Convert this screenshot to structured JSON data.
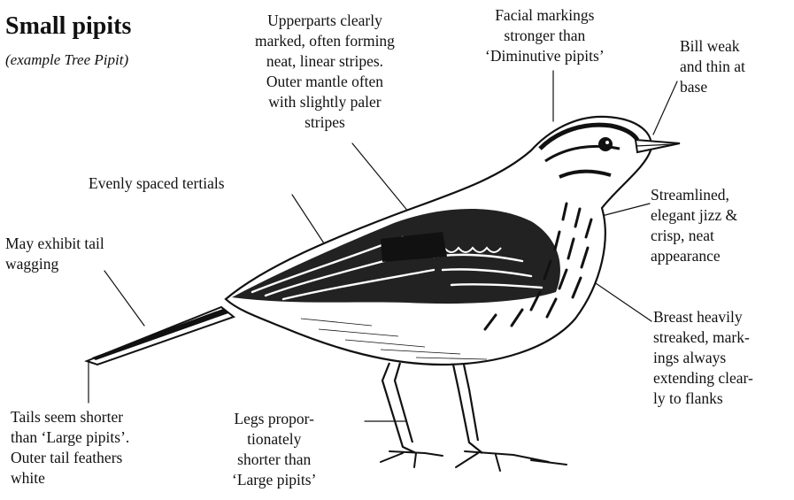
{
  "title": "Small pipits",
  "subtitle": "(example Tree Pipit)",
  "labels": {
    "upperparts": [
      "Upperparts clearly",
      "marked, often forming",
      "neat, linear stripes.",
      "Outer mantle often",
      "with slightly paler",
      "stripes"
    ],
    "facial": [
      "Facial markings",
      "stronger than",
      "‘Diminutive pipits’"
    ],
    "bill": [
      "Bill weak",
      "and thin at",
      "base"
    ],
    "tertials": [
      "Evenly spaced tertials"
    ],
    "tail_wag": [
      "May exhibit tail",
      "wagging"
    ],
    "streamlined": [
      "Streamlined,",
      "elegant jizz &",
      "crisp, neat",
      "appearance"
    ],
    "breast": [
      "Breast heavily",
      "streaked, mark-",
      "ings always",
      "extending clear-",
      "ly to flanks"
    ],
    "tails": [
      "Tails seem shorter",
      "than ‘Large pipits’.",
      "Outer tail feathers",
      "white"
    ],
    "legs": [
      "Legs propor-",
      "tionately",
      "shorter than",
      "‘Large pipits’"
    ]
  },
  "illustration": "pipit-drawing"
}
